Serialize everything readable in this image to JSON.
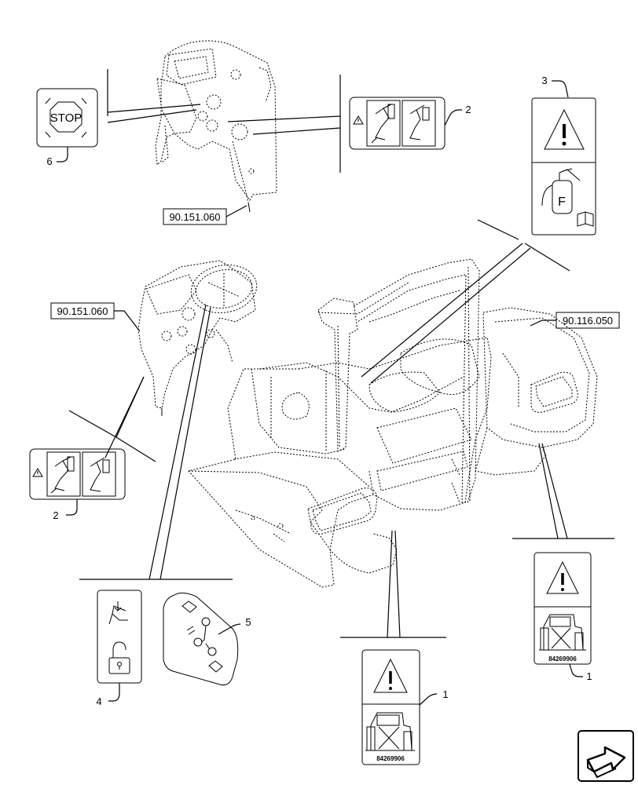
{
  "references": {
    "upper_dash": "90.151.060",
    "left_dash": "90.151.060",
    "right_fender": "90.116.050"
  },
  "callouts": {
    "stop_decal": "6",
    "seat_warning_top": "2",
    "warning_extinguisher": "3",
    "seat_warning_left": "2",
    "seat_lock_decal": "4",
    "shift_decal": "5",
    "fender_decal_right": "1",
    "fender_decal_center": "1"
  },
  "decals": {
    "stop_text": "STOP",
    "extinguisher_letter": "F",
    "part_number_right": "84269906",
    "part_number_center": "84269906"
  },
  "icons": [
    "stop-sign-icon",
    "warning-triangle-icon",
    "fire-extinguisher-icon",
    "manual-book-icon",
    "seat-lock-icon",
    "gear-shift-pattern-icon",
    "tractor-rollover-icon",
    "navigation-arrow-icon"
  ]
}
